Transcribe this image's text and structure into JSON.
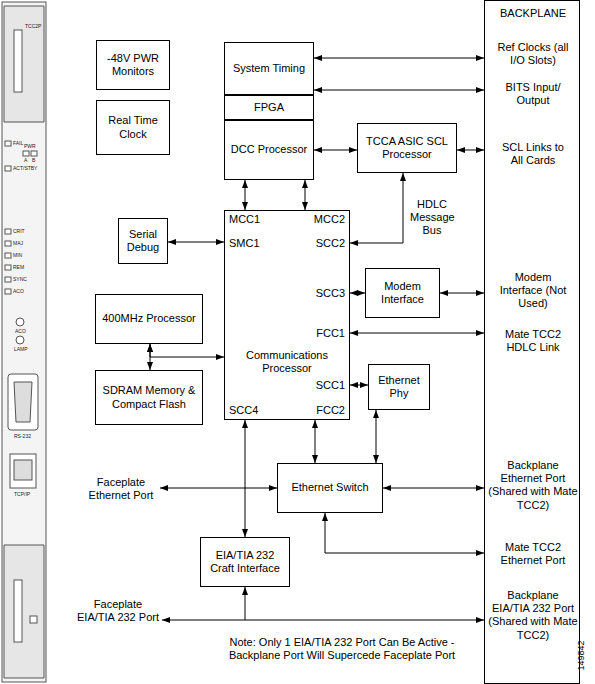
{
  "diagram": {
    "nodes": [
      {
        "text": [
          "-48V PWR Monitors"
        ]
      },
      {
        "text": [
          "System Timing"
        ]
      },
      {
        "text": [
          "FPGA"
        ]
      },
      {
        "text": [
          "DCC Processor"
        ]
      },
      {
        "text": [
          "Real Time Clock"
        ]
      },
      {
        "text": [
          "TCCA ASIC SCL Processor"
        ]
      },
      {
        "text": [
          "BACKPLANE",
          "Ref Clocks (all I/O Slots)",
          "BITS Input/ Output",
          "SCL Links to All Cards",
          "Modem Interface (Not Used)",
          "Mate TCC2 HDLC Link",
          "Backplane Ethernet Port (Shared with Mate TCC2)",
          "Mate TCC2 Ethernet Port",
          "Backplane EIA/TIA 232 Port (Shared with Mate TCC2)"
        ]
      },
      {
        "text": [
          "MCC1",
          "MCC2",
          "SMC1",
          "SCC2",
          "SCC3",
          "FCC1",
          "Communications Processor",
          "SCC1",
          "SCC4",
          "FCC2"
        ]
      },
      {
        "text": [
          "Serial Debug"
        ]
      },
      {
        "text": [
          "400MHz Processor"
        ]
      },
      {
        "text": [
          "SDRAM Memory & Compact Flash"
        ]
      },
      {
        "text": [
          "Modem Interface"
        ]
      },
      {
        "text": [
          "Ethernet Phy"
        ]
      },
      {
        "text": [
          "Ethernet Switch"
        ]
      },
      {
        "text": [
          "EIA/TIA 232 Craft Interface"
        ]
      }
    ],
    "edges": [
      {
        "from": 1,
        "to": 6,
        "arrow": "both"
      },
      {
        "from": 1,
        "to": 6,
        "arrow": "both"
      },
      {
        "from": 3,
        "to": 5,
        "arrow": "both"
      },
      {
        "from": 5,
        "to": 6,
        "arrow": "both"
      },
      {
        "from": 3,
        "to": 7,
        "arrow": "both"
      },
      {
        "from": 3,
        "to": 7,
        "arrow": "both"
      },
      {
        "from": 8,
        "to": 7,
        "arrow": "both"
      },
      {
        "from": 7,
        "to": 5,
        "label": "HDLC Message Bus",
        "arrow": "both"
      },
      {
        "from": 7,
        "to": 11,
        "arrow": "both"
      },
      {
        "from": 11,
        "to": 6,
        "arrow": "both"
      },
      {
        "from": 7,
        "to": 6,
        "arrow": "both"
      },
      {
        "from": 9,
        "to": 10,
        "arrow": "both"
      },
      {
        "from": 9,
        "to": 7,
        "arrow": "both"
      },
      {
        "from": 7,
        "to": 12,
        "arrow": "both"
      },
      {
        "from": 12,
        "to": 13,
        "arrow": "both"
      },
      {
        "from": 7,
        "to": 13,
        "arrow": "both"
      },
      {
        "from": 7,
        "to": 14,
        "arrow": "both"
      },
      {
        "from": 13,
        "to": 6,
        "arrow": "both"
      },
      {
        "from": 13,
        "to": 6,
        "arrow": "both"
      },
      {
        "from": 14,
        "to": 6,
        "arrow": "both"
      }
    ],
    "labels": [
      "TCC2P",
      "FAIL",
      "PWR",
      "A",
      "B",
      "ACT/STBY",
      "CRIT",
      "MAJ",
      "MIN",
      "REM",
      "SYNC",
      "ACO",
      "ACO",
      "LAMP",
      "RS-232",
      "TCP/IP",
      "Faceplate Ethernet Port",
      "Faceplate EIA/TIA 232 Port",
      "Note: Only 1 EIA/TIA 232 Port Can Be Active - Backplane Port Will Supercede Faceplate Port",
      "149842"
    ]
  }
}
